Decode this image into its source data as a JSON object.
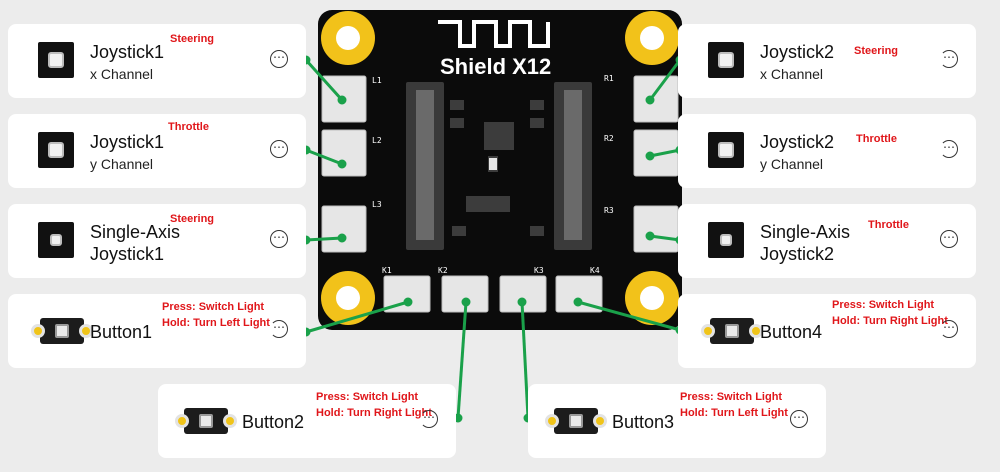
{
  "board": {
    "name": "Shield X12",
    "pins": [
      "K1",
      "K2",
      "K3",
      "K4"
    ],
    "pots": [
      "R1",
      "R2",
      "R3"
    ],
    "left_pots": [
      "L1",
      "L2",
      "L3"
    ]
  },
  "colors": {
    "connector": "#1aa14a",
    "note": "#e0161a",
    "board": "#0b0b0b",
    "mount": "#f2c21a"
  },
  "modules": [
    {
      "id": "j1x",
      "title": "Joystick1",
      "sub": "x Channel",
      "note": "Steering",
      "icon": "joystick-icon"
    },
    {
      "id": "j1y",
      "title": "Joystick1",
      "sub": "y Channel",
      "note": "Throttle",
      "icon": "joystick-icon"
    },
    {
      "id": "sa1",
      "title": "Single-Axis",
      "sub": "Joystick1",
      "note": "Steering",
      "icon": "single-axis-joystick-icon"
    },
    {
      "id": "b1",
      "title": "Button1",
      "note1": "Press: Switch Light",
      "note2": "Hold: Turn Left Light",
      "icon": "button-module-icon"
    },
    {
      "id": "b2",
      "title": "Button2",
      "note1": "Press: Switch Light",
      "note2": "Hold: Turn Right Light",
      "icon": "button-module-icon"
    },
    {
      "id": "b3",
      "title": "Button3",
      "note1": "Press: Switch Light",
      "note2": "Hold: Turn Left Light",
      "icon": "button-module-icon"
    },
    {
      "id": "b4",
      "title": "Button4",
      "note1": "Press: Switch Light",
      "note2": "Hold: Turn Right Light",
      "icon": "button-module-icon"
    },
    {
      "id": "j2x",
      "title": "Joystick2",
      "sub": "x Channel",
      "note": "Steering",
      "icon": "joystick-icon"
    },
    {
      "id": "j2y",
      "title": "Joystick2",
      "sub": "y Channel",
      "note": "Throttle",
      "icon": "joystick-icon"
    },
    {
      "id": "sa2",
      "title": "Single-Axis",
      "sub": "Joystick2",
      "note": "Throttle",
      "icon": "single-axis-joystick-icon"
    }
  ],
  "more_icon": "more-options-icon"
}
